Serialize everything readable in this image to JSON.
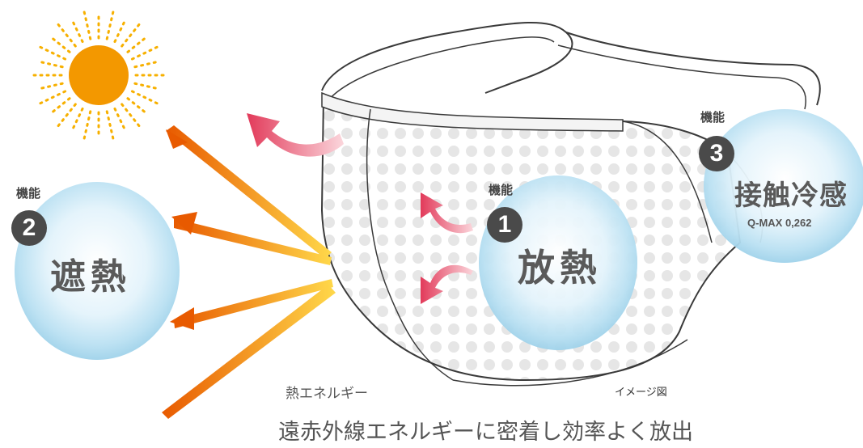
{
  "functions": [
    {
      "kino": "機能",
      "number": "1",
      "title": "放熱",
      "sub": ""
    },
    {
      "kino": "機能",
      "number": "2",
      "title": "遮熱",
      "sub": ""
    },
    {
      "kino": "機能",
      "number": "3",
      "title": "接触冷感",
      "sub": "Q-MAX 0,262"
    }
  ],
  "heat_label": "熱エネルギー",
  "image_note": "イメージ図",
  "bottom_caption": "遠赤外線エネルギーに密着し効率よく放出",
  "colors": {
    "sun": "#f39800",
    "arrow_orange": "#ec6c00",
    "arrow_pink": "#e8556e",
    "bubble": "#cfe9f6",
    "mask_line": "#3a3a3a",
    "badge": "#4a4a4a"
  }
}
